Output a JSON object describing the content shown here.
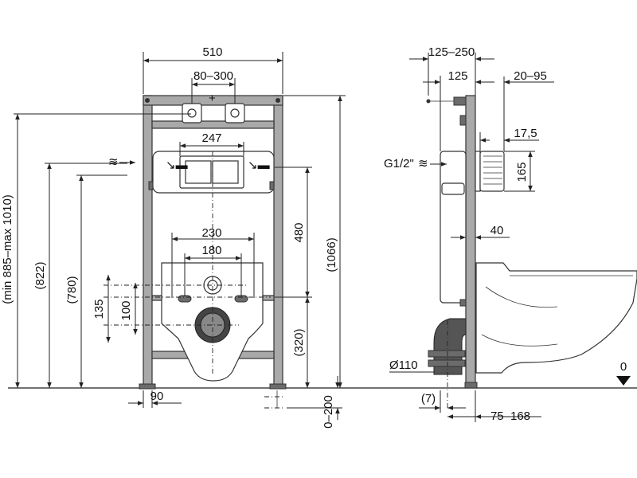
{
  "front_view": {
    "dim_frame_width": "510",
    "dim_anchor_spacing": "80–300",
    "dim_flush_plate": "247",
    "dim_studs_outer": "230",
    "dim_studs_inner": "180",
    "dim_frame_height": "(1066)",
    "dim_range_height": "(min 885–max 1010)",
    "dim_822": "(822)",
    "dim_780": "(780)",
    "dim_480": "480",
    "dim_320": "(320)",
    "dim_135": "135",
    "dim_100": "100",
    "dim_foot": "90",
    "dim_leg_adjust": "0–200"
  },
  "side_view": {
    "dim_125_250": "125–250",
    "dim_125": "125",
    "dim_20_95": "20–95",
    "dim_17_5": "17,5",
    "dim_165": "165",
    "dim_40": "40",
    "label_water_inlet": "G1/2\"",
    "label_drain": "Ø110",
    "dim_7": "(7)",
    "dim_75_168": "75–168"
  },
  "floor_marker": {
    "label": "0"
  }
}
